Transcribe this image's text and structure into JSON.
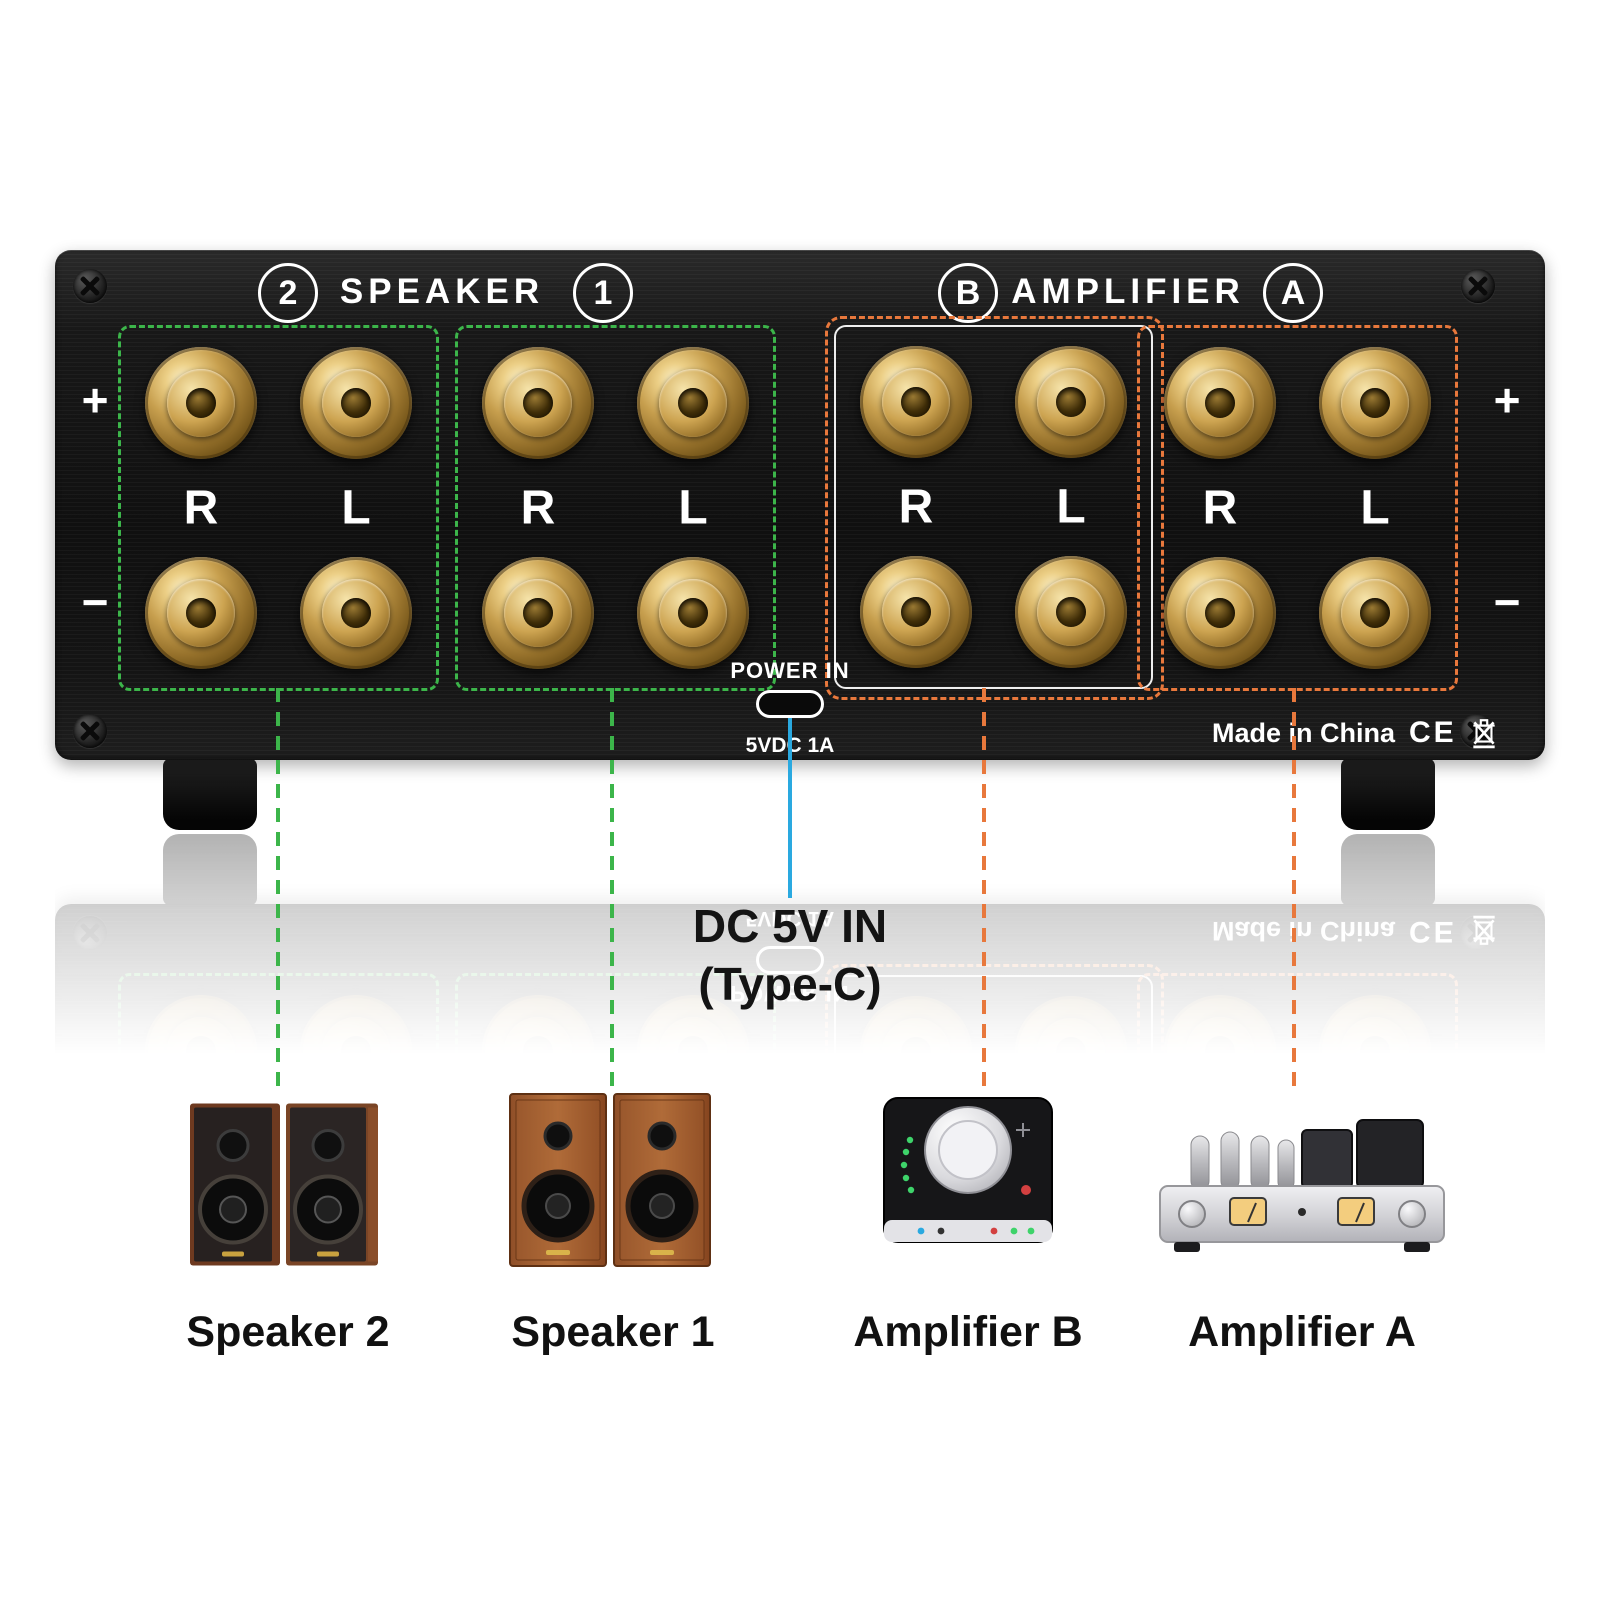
{
  "colors": {
    "speaker_accent": "#3cb54a",
    "amplifier_accent": "#e8783c",
    "power_accent": "#2aa9e0"
  },
  "panel": {
    "sections": {
      "speaker_label": "SPEAKER",
      "amplifier_label": "AMPLIFIER",
      "speaker2_badge": "2",
      "speaker1_badge": "1",
      "amplifierB_badge": "B",
      "amplifierA_badge": "A"
    },
    "polarity": {
      "plus": "+",
      "minus": "−"
    },
    "groups": [
      {
        "id": "speaker-2",
        "right_label": "R",
        "left_label": "L"
      },
      {
        "id": "speaker-1",
        "right_label": "R",
        "left_label": "L"
      },
      {
        "id": "amplifier-b",
        "right_label": "R",
        "left_label": "L"
      },
      {
        "id": "amplifier-a",
        "right_label": "R",
        "left_label": "L"
      }
    ],
    "power": {
      "port_label": "POWER IN",
      "rating": "5VDC 1A"
    },
    "compliance": {
      "made_in": "Made in China",
      "ce": "CE"
    }
  },
  "callout": {
    "line1": "DC 5V IN",
    "line2": "(Type-C)"
  },
  "products": [
    {
      "label": "Speaker 2"
    },
    {
      "label": "Speaker 1"
    },
    {
      "label": "Amplifier B"
    },
    {
      "label": "Amplifier A"
    }
  ]
}
